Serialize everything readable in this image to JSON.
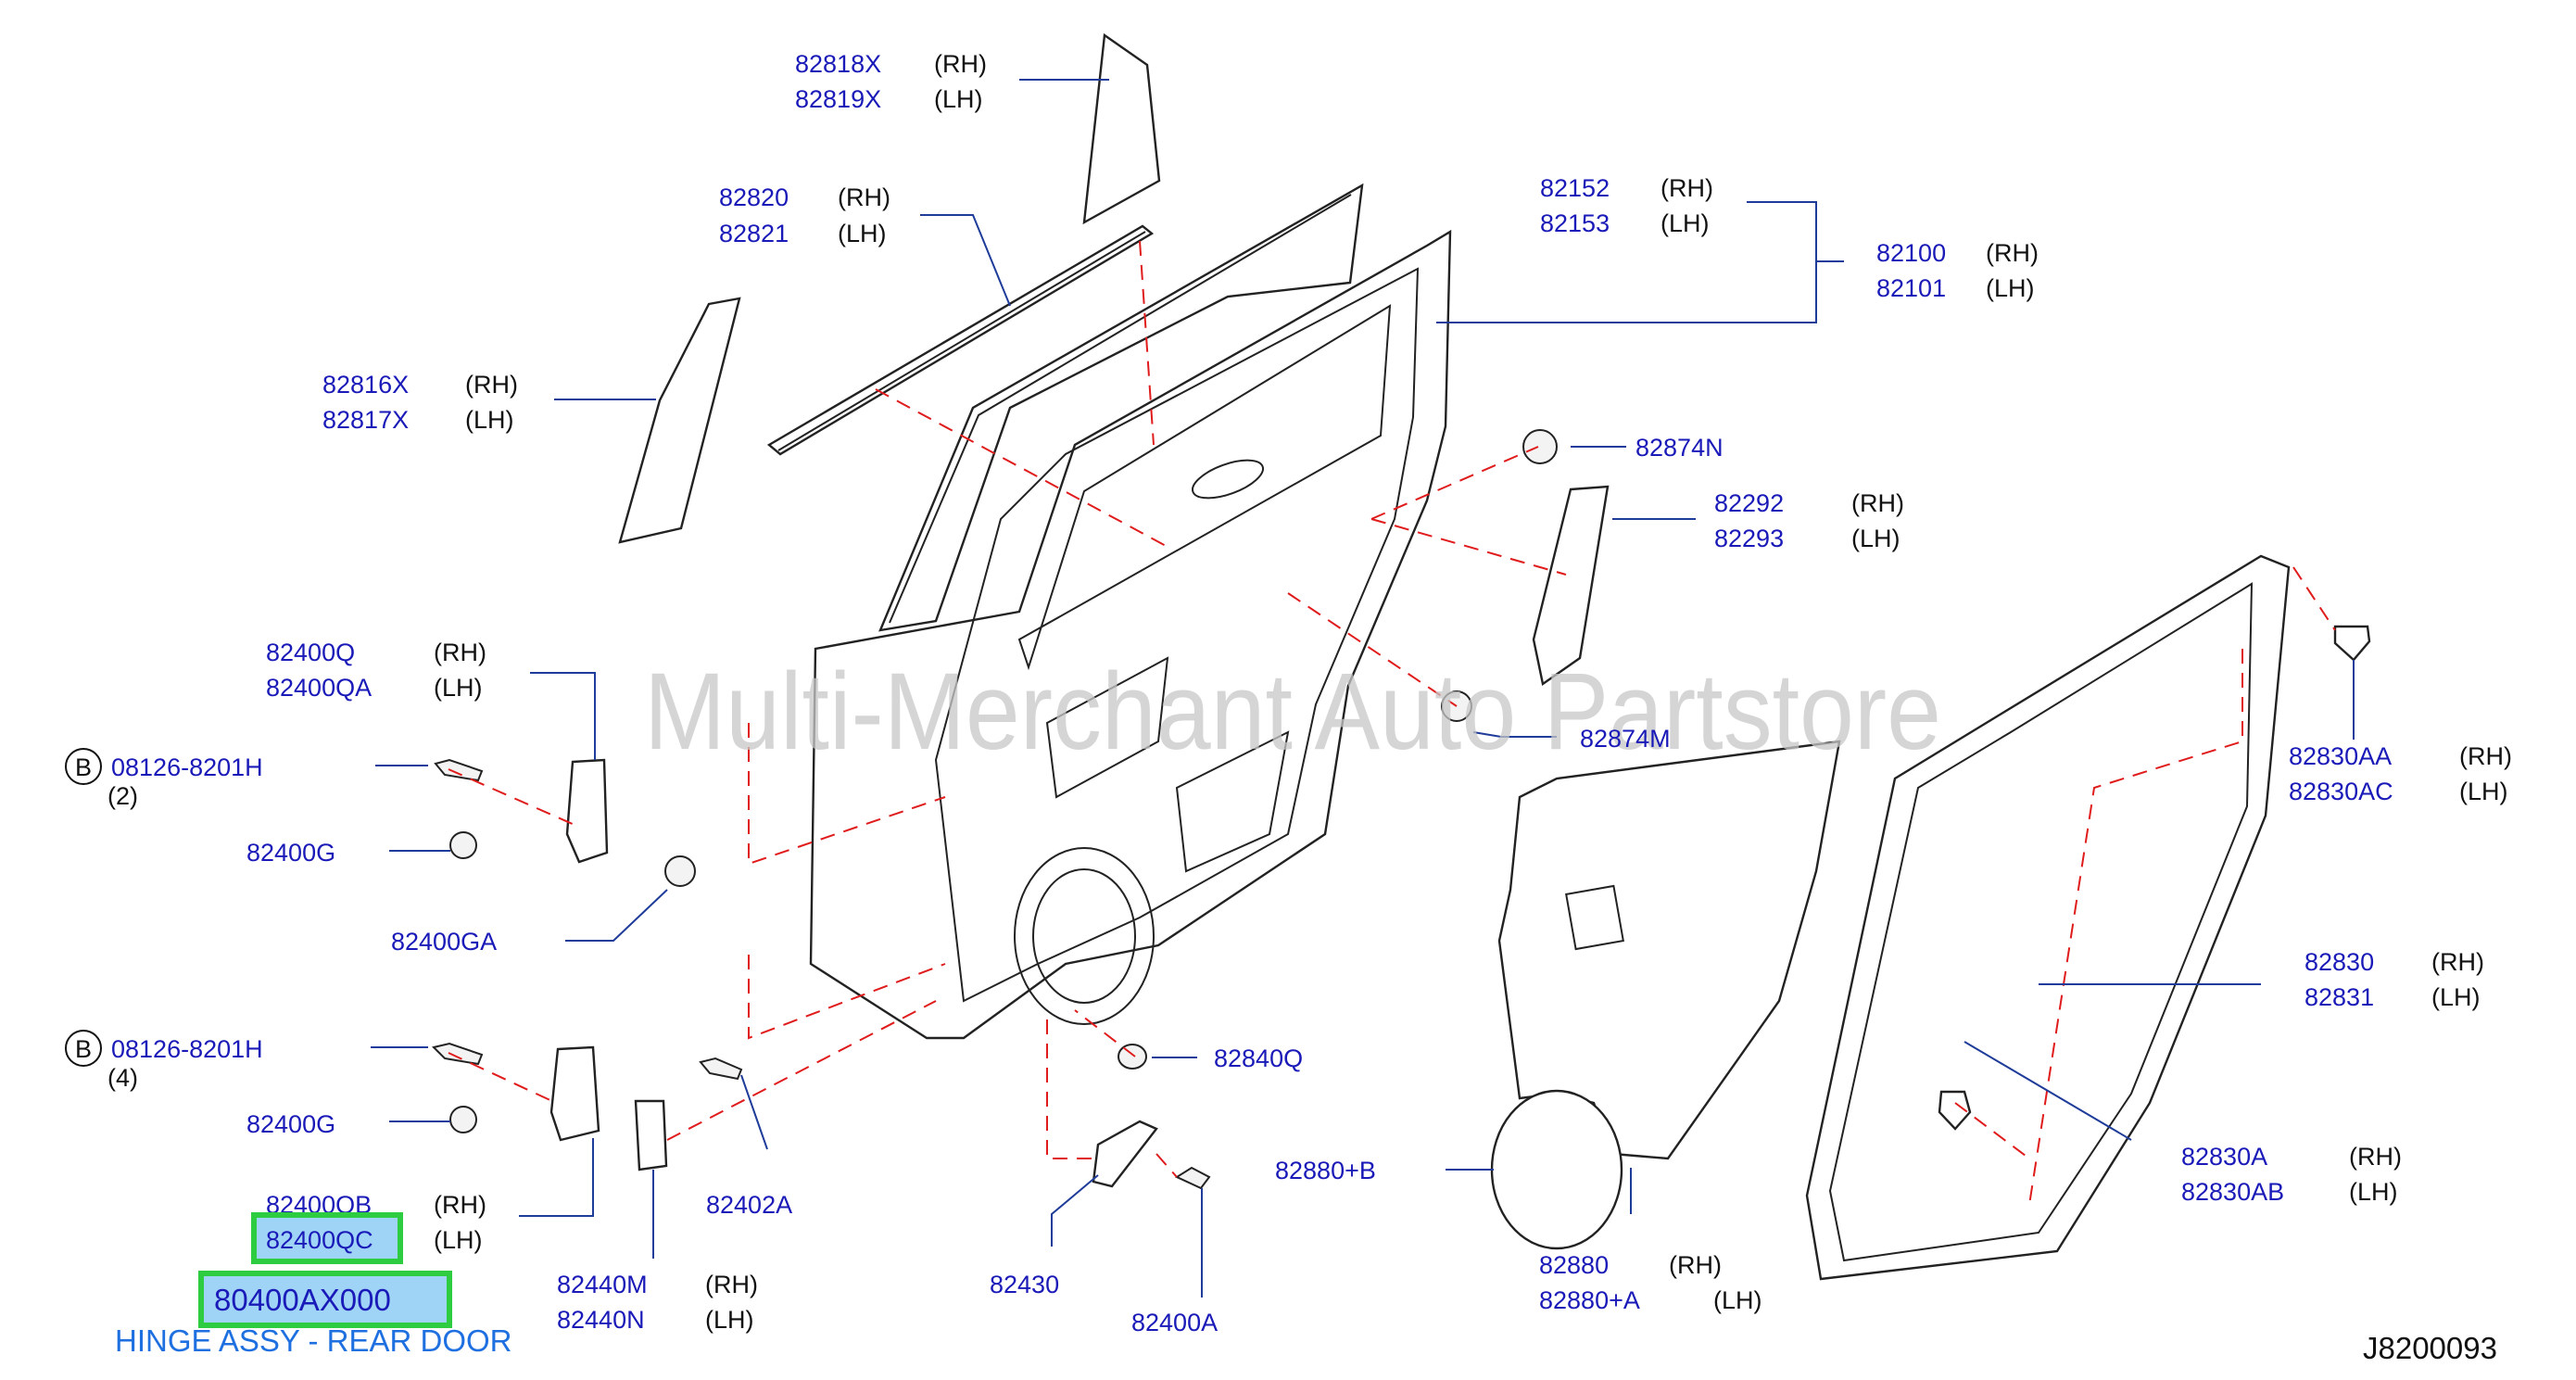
{
  "watermark": "Multi-Merchant Auto Partstore",
  "diagram_code": "J8200093",
  "highlight": {
    "part_number": "80400AX000",
    "description": "HINGE ASSY - REAR DOOR"
  },
  "callouts": [
    {
      "id": "c82818",
      "parts": [
        {
          "pn": "82818X",
          "side": "(RH)"
        },
        {
          "pn": "82819X",
          "side": "(LH)"
        }
      ]
    },
    {
      "id": "c82820",
      "parts": [
        {
          "pn": "82820",
          "side": "(RH)"
        },
        {
          "pn": "82821",
          "side": "(LH)"
        }
      ]
    },
    {
      "id": "c82152",
      "parts": [
        {
          "pn": "82152",
          "side": "(RH)"
        },
        {
          "pn": "82153",
          "side": "(LH)"
        }
      ]
    },
    {
      "id": "c82100",
      "parts": [
        {
          "pn": "82100",
          "side": "(RH)"
        },
        {
          "pn": "82101",
          "side": "(LH)"
        }
      ]
    },
    {
      "id": "c82816",
      "parts": [
        {
          "pn": "82816X",
          "side": "(RH)"
        },
        {
          "pn": "82817X",
          "side": "(LH)"
        }
      ]
    },
    {
      "id": "c82874N",
      "parts": [
        {
          "pn": "82874N",
          "side": ""
        }
      ]
    },
    {
      "id": "c82292",
      "parts": [
        {
          "pn": "82292",
          "side": "(RH)"
        },
        {
          "pn": "82293",
          "side": "(LH)"
        }
      ]
    },
    {
      "id": "c82400Q",
      "parts": [
        {
          "pn": "82400Q",
          "side": "(RH)"
        },
        {
          "pn": "82400QA",
          "side": "(LH)"
        }
      ]
    },
    {
      "id": "c82874M",
      "parts": [
        {
          "pn": "82874M",
          "side": ""
        }
      ]
    },
    {
      "id": "c82830AA",
      "parts": [
        {
          "pn": "82830AA",
          "side": "(RH)"
        },
        {
          "pn": "82830AC",
          "side": "(LH)"
        }
      ]
    },
    {
      "id": "cB1",
      "badge": "B",
      "parts": [
        {
          "pn": "08126-8201H",
          "side": ""
        }
      ],
      "qty": "(2)"
    },
    {
      "id": "c82400G1",
      "parts": [
        {
          "pn": "82400G",
          "side": ""
        }
      ]
    },
    {
      "id": "c82400GA",
      "parts": [
        {
          "pn": "82400GA",
          "side": ""
        }
      ]
    },
    {
      "id": "c82830",
      "parts": [
        {
          "pn": "82830",
          "side": "(RH)"
        },
        {
          "pn": "82831",
          "side": "(LH)"
        }
      ]
    },
    {
      "id": "cB2",
      "badge": "B",
      "parts": [
        {
          "pn": "08126-8201H",
          "side": ""
        }
      ],
      "qty": "(4)"
    },
    {
      "id": "c82840Q",
      "parts": [
        {
          "pn": "82840Q",
          "side": ""
        }
      ]
    },
    {
      "id": "c82400G2",
      "parts": [
        {
          "pn": "82400G",
          "side": ""
        }
      ]
    },
    {
      "id": "c82402A",
      "parts": [
        {
          "pn": "82402A",
          "side": ""
        }
      ]
    },
    {
      "id": "c82830A",
      "parts": [
        {
          "pn": "82830A",
          "side": "(RH)"
        },
        {
          "pn": "82830AB",
          "side": "(LH)"
        }
      ]
    },
    {
      "id": "c82880B",
      "parts": [
        {
          "pn": "82880+B",
          "side": ""
        }
      ]
    },
    {
      "id": "c82400QB",
      "parts": [
        {
          "pn": "82400QB",
          "side": "(RH)"
        },
        {
          "pn": "82400QC",
          "side": "(LH)",
          "highlighted": true
        }
      ]
    },
    {
      "id": "c82880",
      "parts": [
        {
          "pn": "82880",
          "side": "(RH)"
        },
        {
          "pn": "82880+A",
          "side": "(LH)"
        }
      ]
    },
    {
      "id": "c82440M",
      "parts": [
        {
          "pn": "82440M",
          "side": "(RH)"
        },
        {
          "pn": "82440N",
          "side": "(LH)"
        }
      ]
    },
    {
      "id": "c82430",
      "parts": [
        {
          "pn": "82430",
          "side": ""
        }
      ]
    },
    {
      "id": "c82400A",
      "parts": [
        {
          "pn": "82400A",
          "side": ""
        }
      ]
    }
  ]
}
